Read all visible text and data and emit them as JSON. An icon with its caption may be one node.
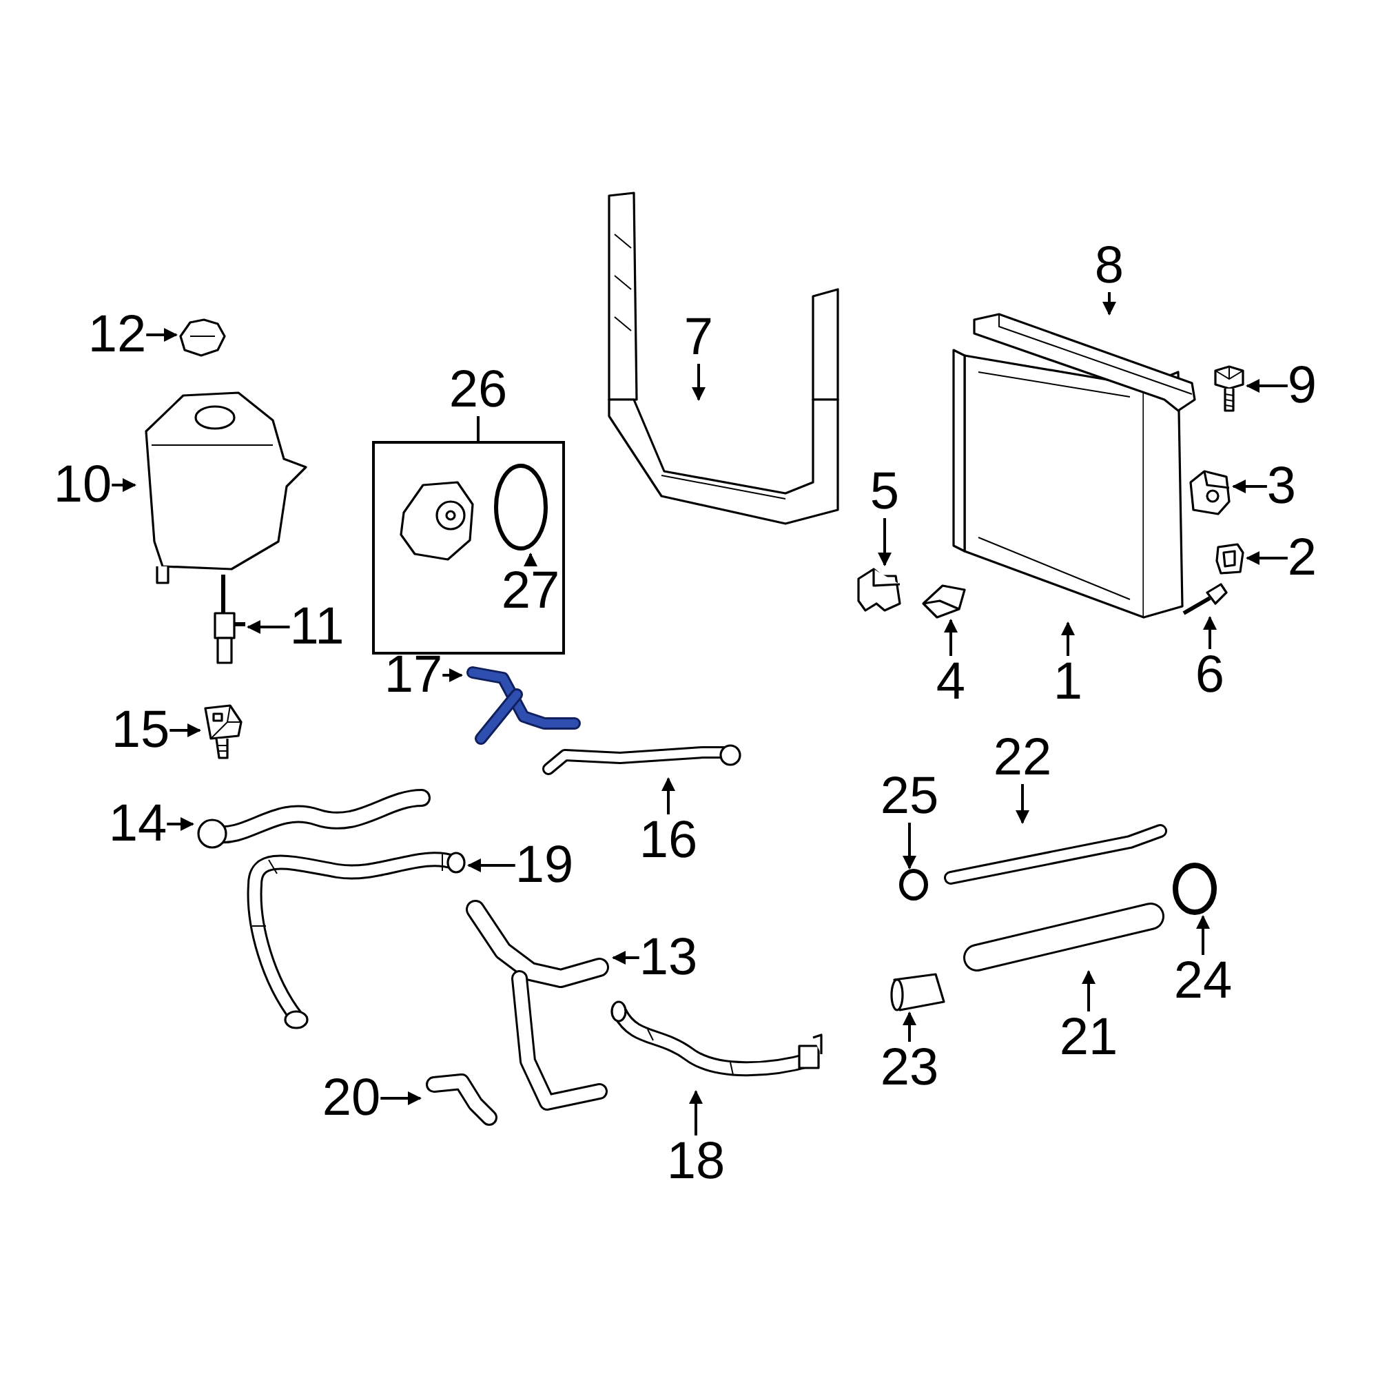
{
  "diagram": {
    "nodes": [
      {
        "text": [
          "1"
        ]
      },
      {
        "text": [],
        "shape": "picture"
      },
      {
        "text": [
          "2"
        ]
      },
      {
        "text": [],
        "shape": "picture"
      },
      {
        "text": [
          "3"
        ]
      },
      {
        "text": [],
        "shape": "picture"
      },
      {
        "text": [
          "4"
        ]
      },
      {
        "text": [],
        "shape": "picture"
      },
      {
        "text": [
          "5"
        ]
      },
      {
        "text": [],
        "shape": "picture"
      },
      {
        "text": [
          "6"
        ]
      },
      {
        "text": [],
        "shape": "picture"
      },
      {
        "text": [
          "7"
        ]
      },
      {
        "text": [],
        "shape": "picture"
      },
      {
        "text": [
          "8"
        ]
      },
      {
        "text": [],
        "shape": "picture"
      },
      {
        "text": [
          "9"
        ]
      },
      {
        "text": [],
        "shape": "picture"
      },
      {
        "text": [
          "10"
        ]
      },
      {
        "text": [],
        "shape": "picture"
      },
      {
        "text": [
          "11"
        ]
      },
      {
        "text": [],
        "shape": "picture"
      },
      {
        "text": [
          "12"
        ]
      },
      {
        "text": [],
        "shape": "picture"
      },
      {
        "text": [
          "13"
        ]
      },
      {
        "text": [],
        "shape": "picture"
      },
      {
        "text": [
          "14"
        ]
      },
      {
        "text": [],
        "shape": "picture"
      },
      {
        "text": [
          "15"
        ]
      },
      {
        "text": [],
        "shape": "picture"
      },
      {
        "text": [
          "16"
        ]
      },
      {
        "text": [],
        "shape": "picture"
      },
      {
        "text": [
          "17"
        ]
      },
      {
        "text": [],
        "shape": "picture"
      },
      {
        "text": [
          "18"
        ]
      },
      {
        "text": [],
        "shape": "picture"
      },
      {
        "text": [
          "19"
        ]
      },
      {
        "text": [],
        "shape": "picture"
      },
      {
        "text": [
          "20"
        ]
      },
      {
        "text": [],
        "shape": "picture"
      },
      {
        "text": [
          "21"
        ]
      },
      {
        "text": [],
        "shape": "picture"
      },
      {
        "text": [
          "22"
        ]
      },
      {
        "text": [],
        "shape": "picture"
      },
      {
        "text": [
          "23"
        ]
      },
      {
        "text": [],
        "shape": "picture"
      },
      {
        "text": [
          "25"
        ]
      },
      {
        "text": [],
        "shape": "circle"
      },
      {
        "text": [
          "24"
        ]
      },
      {
        "text": [],
        "shape": "circle"
      },
      {
        "text": [
          "26"
        ]
      },
      {
        "text": [],
        "shape": "box"
      },
      {
        "text": [],
        "shape": "picture",
        "in": 51
      },
      {
        "text": [],
        "shape": "circle",
        "in": 51
      },
      {
        "text": [
          "27"
        ],
        "in": 51
      }
    ],
    "edges": [
      {
        "from": 0,
        "to": 1,
        "arrow": "to"
      },
      {
        "from": 2,
        "to": 3,
        "arrow": "to"
      },
      {
        "from": 4,
        "to": 5,
        "arrow": "to"
      },
      {
        "from": 6,
        "to": 7,
        "arrow": "to"
      },
      {
        "from": 8,
        "to": 9,
        "arrow": "to"
      },
      {
        "from": 10,
        "to": 11,
        "arrow": "to"
      },
      {
        "from": 12,
        "to": 13,
        "arrow": "to"
      },
      {
        "from": 14,
        "to": 15,
        "arrow": "to"
      },
      {
        "from": 16,
        "to": 17,
        "arrow": "to"
      },
      {
        "from": 18,
        "to": 19,
        "arrow": "to"
      },
      {
        "from": 20,
        "to": 21,
        "arrow": "to"
      },
      {
        "from": 22,
        "to": 23,
        "arrow": "to"
      },
      {
        "from": 24,
        "to": 25,
        "arrow": "to"
      },
      {
        "from": 26,
        "to": 27,
        "arrow": "to"
      },
      {
        "from": 28,
        "to": 29,
        "arrow": "to"
      },
      {
        "from": 30,
        "to": 31,
        "arrow": "to"
      },
      {
        "from": 32,
        "to": 33,
        "arrow": "to"
      },
      {
        "from": 34,
        "to": 35,
        "arrow": "to"
      },
      {
        "from": 36,
        "to": 37,
        "arrow": "to"
      },
      {
        "from": 38,
        "to": 39,
        "arrow": "to"
      },
      {
        "from": 40,
        "to": 41,
        "arrow": "to"
      },
      {
        "from": 42,
        "to": 43,
        "arrow": "to"
      },
      {
        "from": 44,
        "to": 45,
        "arrow": "to"
      },
      {
        "from": 46,
        "to": 47,
        "arrow": "to"
      },
      {
        "from": 48,
        "to": 49,
        "arrow": "to"
      },
      {
        "from": 50,
        "to": 51,
        "arrow": "none"
      },
      {
        "from": 54,
        "to": 53,
        "arrow": "to"
      }
    ]
  }
}
